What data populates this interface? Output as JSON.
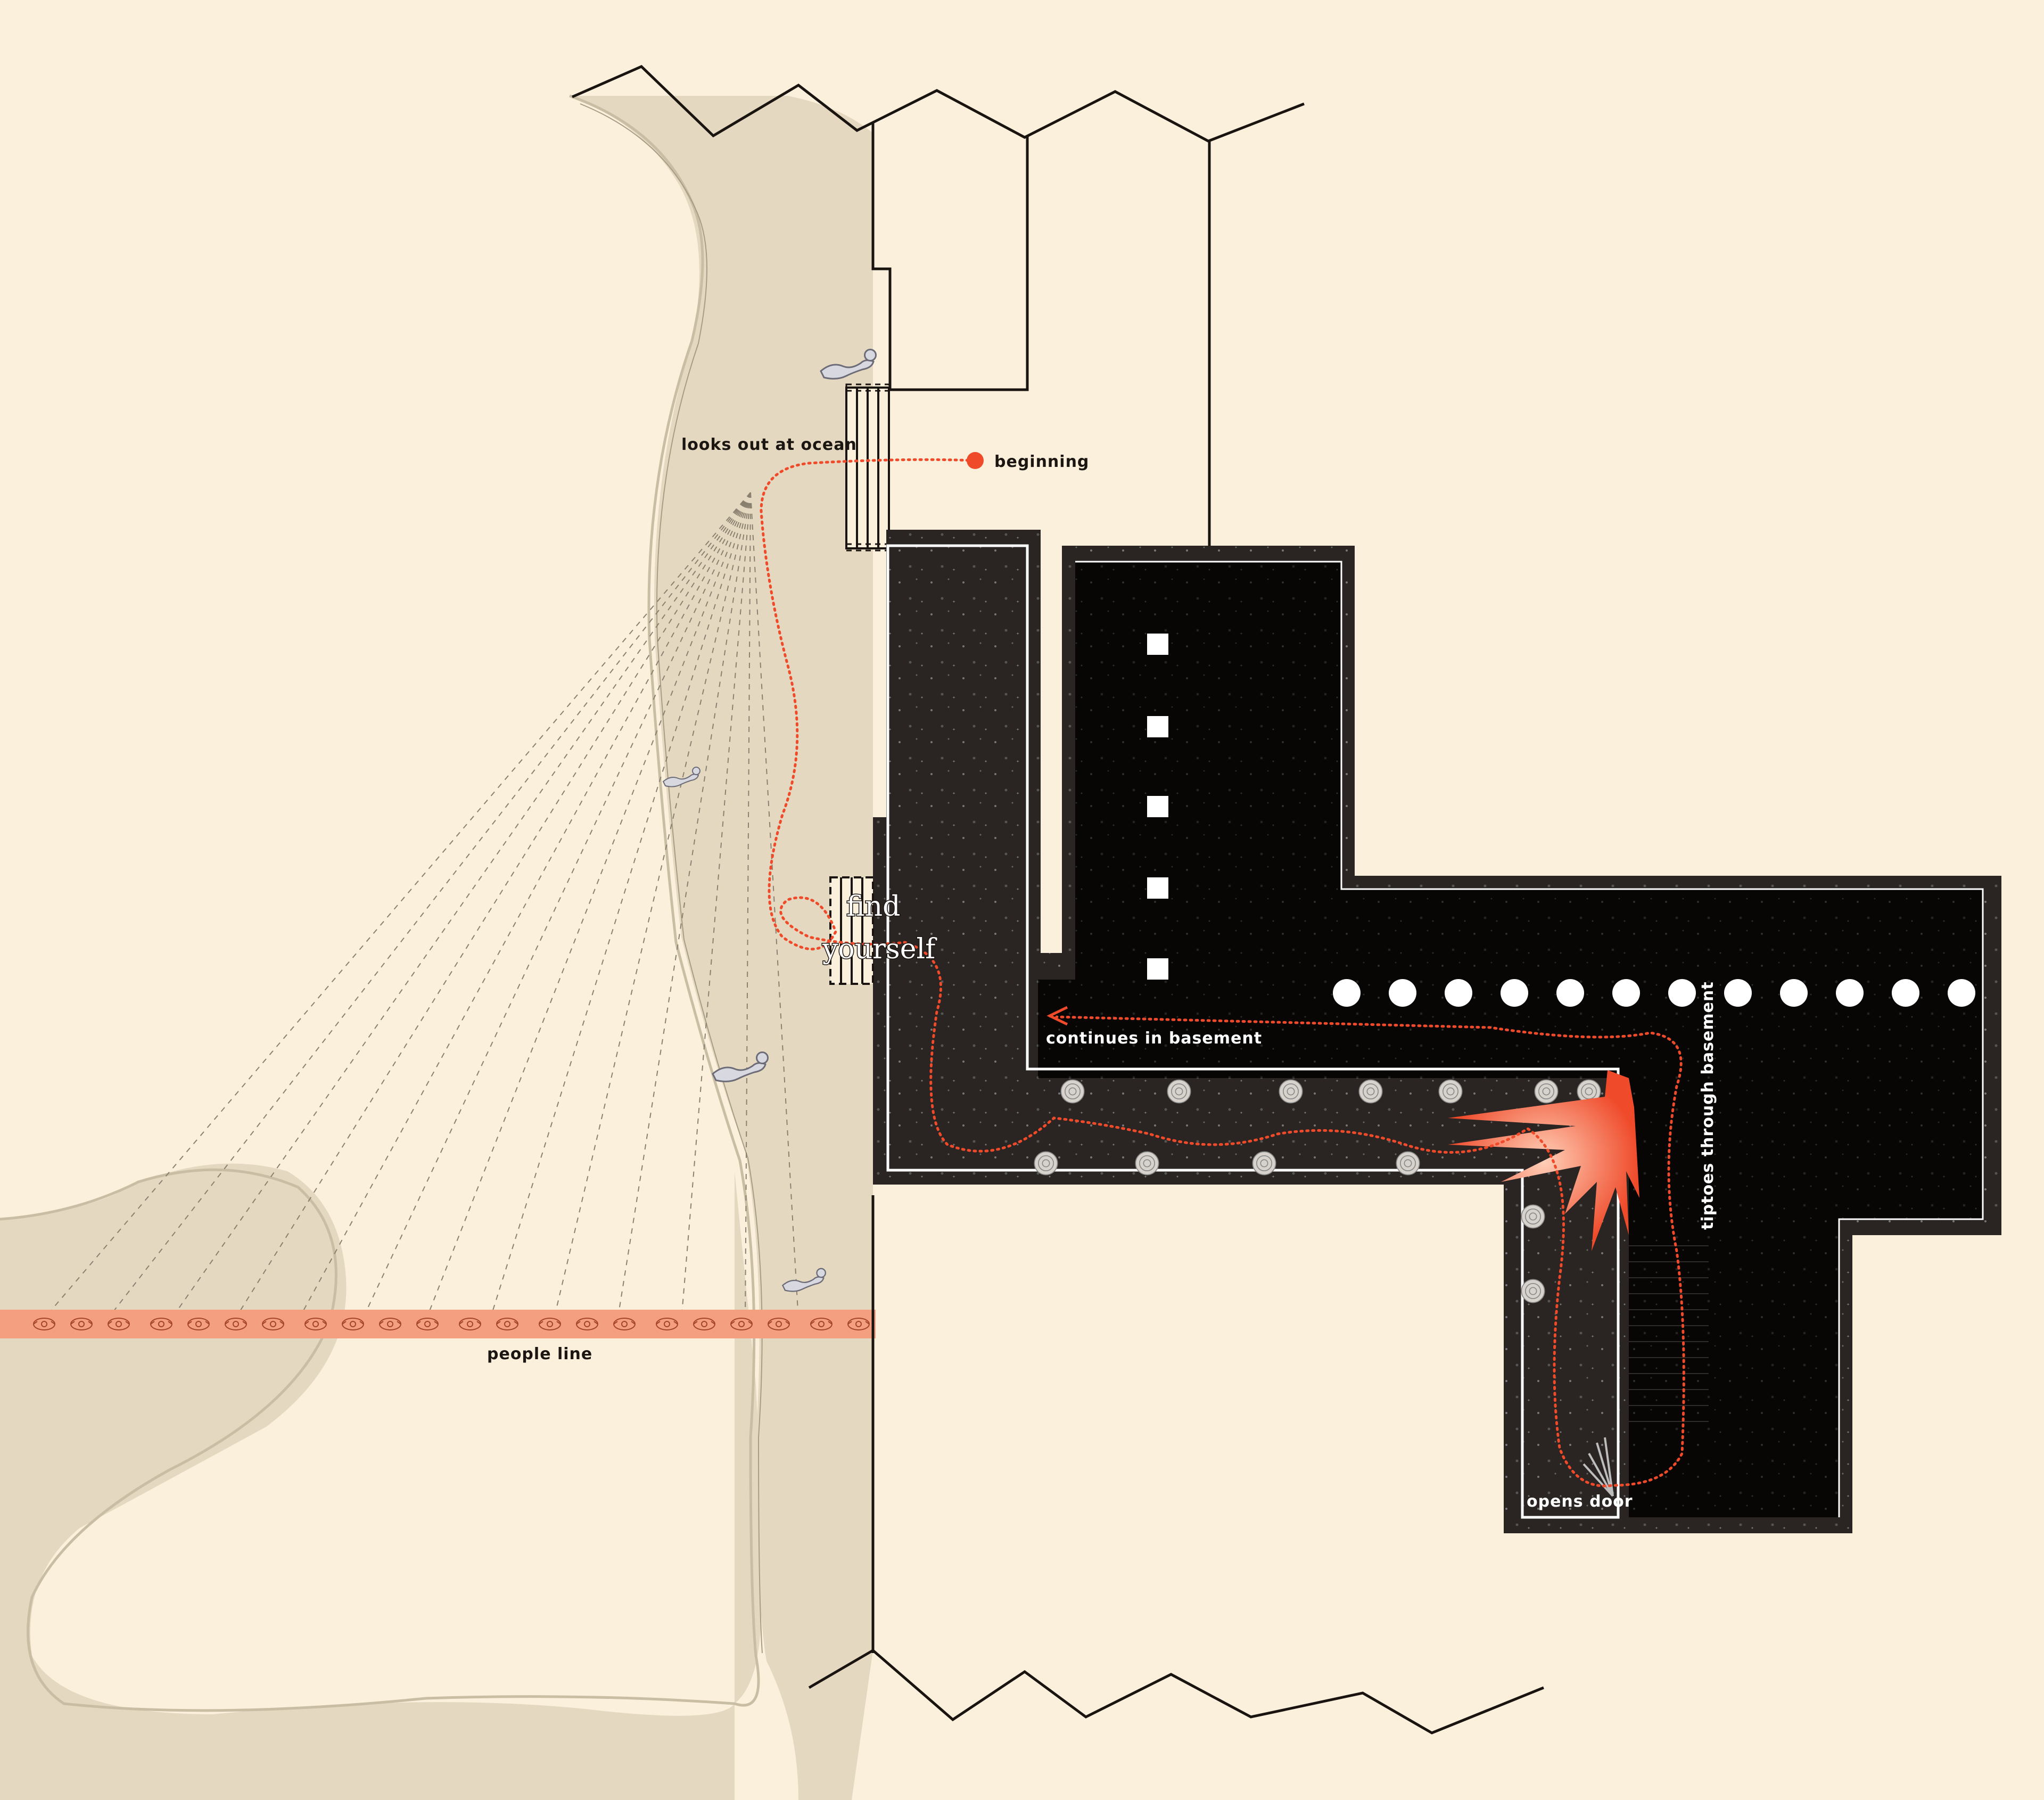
{
  "labels": {
    "beginning": "beginning",
    "looks_out": "looks out at ocean",
    "find": "find",
    "yourself": "yourself",
    "continues": "continues in basement",
    "tiptoes": "tiptoes through basement",
    "opens_door": "opens door",
    "people_line": "people line"
  },
  "colors": {
    "background": "#fbf0dc",
    "beach": "#e4d9c0",
    "building": "#2a2522",
    "basement": "#070605",
    "path": "#ef4a2a",
    "people_band": "#f4a080",
    "white": "#ffffff"
  },
  "icons": {
    "start": "start-dot-icon",
    "arrow": "arrow-head-icon",
    "figures": "lounging-figure-icon",
    "burst": "burst-icon",
    "door": "door-swing-icon"
  }
}
